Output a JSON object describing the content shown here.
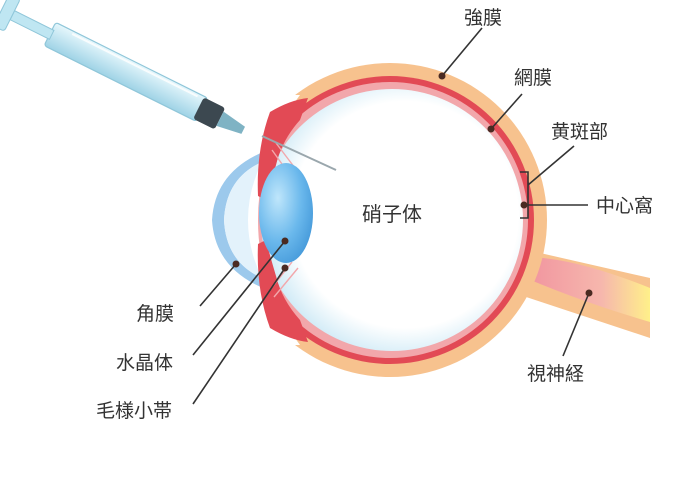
{
  "labels": {
    "sclera": "強膜",
    "retina": "網膜",
    "macula": "黄斑部",
    "fovea": "中心窩",
    "vitreous": "硝子体",
    "cornea": "角膜",
    "lens": "水晶体",
    "zonule": "毛様小帯",
    "optic_nerve": "視神経"
  },
  "colors": {
    "sclera": "#f7c28e",
    "retina_red": "#e24a55",
    "choroid_pink": "#f2a7ab",
    "vitreous": "#ffffff",
    "vitreous_edge": "#bfe3f3",
    "cornea": "#9cc9ec",
    "lens": "#4aa7e3",
    "nerve_pink": "#f08d9c",
    "nerve_yellow": "#fff08a",
    "syringe_barrel": "#bfe6f2",
    "syringe_hub": "#3c4850",
    "leader_line": "#333333"
  },
  "icons": [
    "syringe-icon",
    "eyeball-cross-section"
  ]
}
